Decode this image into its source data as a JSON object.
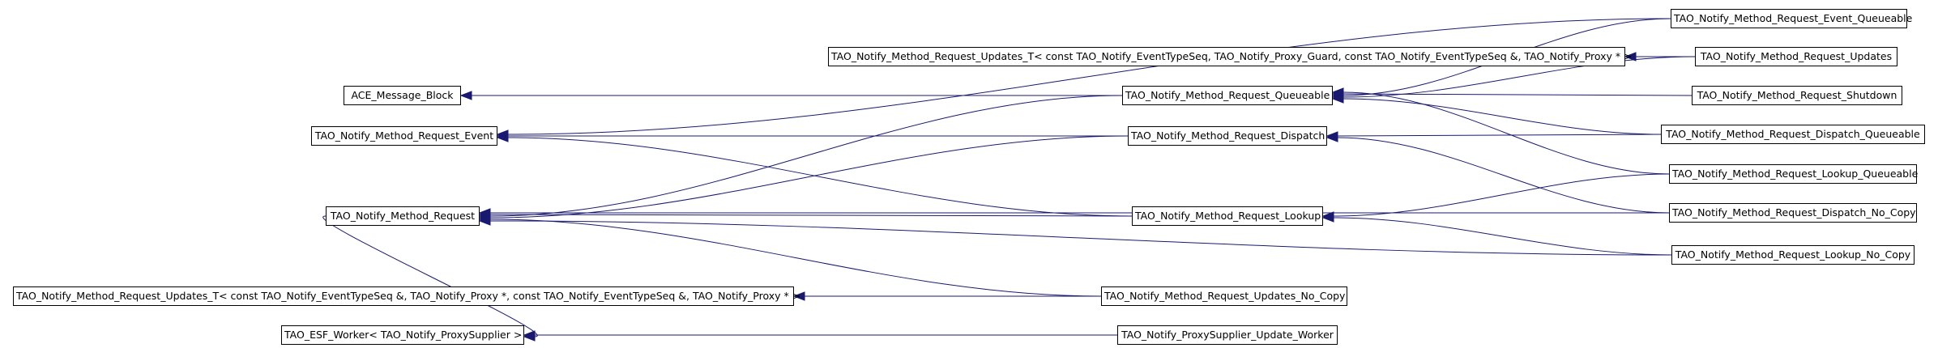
{
  "nodes": {
    "ace_message_block": "ACE_Message_Block",
    "request_event": "TAO_Notify_Method_Request_Event",
    "request": "TAO_Notify_Method_Request",
    "updates_t_proxy": "TAO_Notify_Method_Request_Updates_T< const TAO_Notify_EventTypeSeq &, TAO_Notify_Proxy *, const TAO_Notify_EventTypeSeq &, TAO_Notify_Proxy * >",
    "esf_worker": "TAO_ESF_Worker< TAO_Notify_ProxySupplier >",
    "updates_t_guard": "TAO_Notify_Method_Request_Updates_T< const TAO_Notify_EventTypeSeq, TAO_Notify_Proxy_Guard, const TAO_Notify_EventTypeSeq &, TAO_Notify_Proxy * >",
    "request_queueable": "TAO_Notify_Method_Request_Queueable",
    "request_dispatch": "TAO_Notify_Method_Request_Dispatch",
    "request_lookup": "TAO_Notify_Method_Request_Lookup",
    "updates_no_copy": "TAO_Notify_Method_Request_Updates_No_Copy",
    "proxysupplier_update_worker": "TAO_Notify_ProxySupplier_Update_Worker",
    "event_queueable": "TAO_Notify_Method_Request_Event_Queueable",
    "request_updates": "TAO_Notify_Method_Request_Updates",
    "request_shutdown": "TAO_Notify_Method_Request_Shutdown",
    "dispatch_queueable": "TAO_Notify_Method_Request_Dispatch_Queueable",
    "lookup_queueable": "TAO_Notify_Method_Request_Lookup_Queueable",
    "dispatch_no_copy": "TAO_Notify_Method_Request_Dispatch_No_Copy",
    "lookup_no_copy": "TAO_Notify_Method_Request_Lookup_No_Copy"
  },
  "edges": [
    {
      "from": "request_queueable",
      "to": "ace_message_block"
    },
    {
      "from": "request_queueable",
      "to": "request"
    },
    {
      "from": "request_dispatch",
      "to": "request_event"
    },
    {
      "from": "request_dispatch",
      "to": "request"
    },
    {
      "from": "request_lookup",
      "to": "request_event"
    },
    {
      "from": "request_lookup",
      "to": "request"
    },
    {
      "from": "updates_no_copy",
      "to": "updates_t_proxy"
    },
    {
      "from": "updates_no_copy",
      "to": "request"
    },
    {
      "from": "proxysupplier_update_worker",
      "to": "esf_worker"
    },
    {
      "from": "event_queueable",
      "to": "request_event"
    },
    {
      "from": "event_queueable",
      "to": "request_queueable"
    },
    {
      "from": "request_updates",
      "to": "updates_t_guard"
    },
    {
      "from": "request_updates",
      "to": "request_queueable"
    },
    {
      "from": "request_shutdown",
      "to": "request_queueable"
    },
    {
      "from": "dispatch_queueable",
      "to": "request_dispatch"
    },
    {
      "from": "dispatch_queueable",
      "to": "request_queueable"
    },
    {
      "from": "lookup_queueable",
      "to": "request_lookup"
    },
    {
      "from": "lookup_queueable",
      "to": "request_queueable"
    },
    {
      "from": "dispatch_no_copy",
      "to": "request_dispatch"
    },
    {
      "from": "dispatch_no_copy",
      "to": "request"
    },
    {
      "from": "lookup_no_copy",
      "to": "request_lookup"
    },
    {
      "from": "lookup_no_copy",
      "to": "request"
    },
    {
      "from": "request",
      "to": "esf_worker"
    }
  ],
  "colors": {
    "edge": "#1a1a6e",
    "arrow": "#191970",
    "node_border": "#000000"
  }
}
